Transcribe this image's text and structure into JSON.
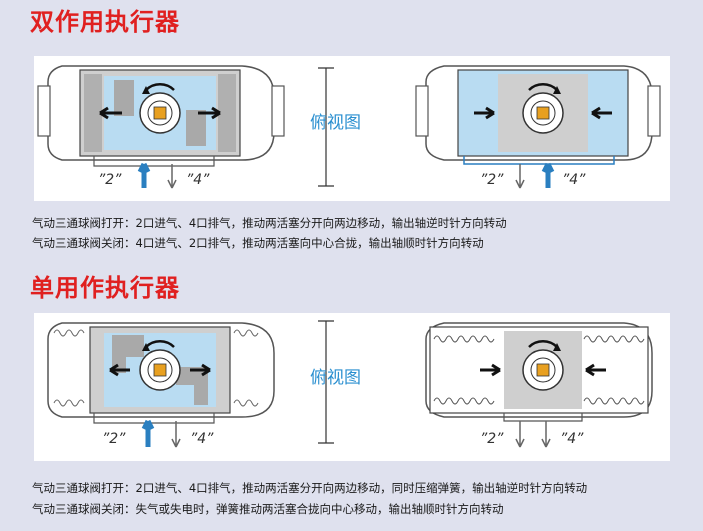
{
  "sections": [
    {
      "title": "双作用执行器",
      "top_view_label": "俯视图",
      "ports": [
        "”2”",
        "”4”",
        "”2”",
        "”4”"
      ],
      "captions": [
        "气动三通球阀打开：2口进气、4口排气，推动两活塞分开向两边移动，输出轴逆时针方向转动",
        "气动三通球阀关闭：4口进气、2口排气，推动两活塞向中心合拢，输出轴顺时针方向转动"
      ]
    },
    {
      "title": "单用作执行器",
      "top_view_label": "俯视图",
      "ports": [
        "”2”",
        "”4”",
        "”2”",
        "”4”"
      ],
      "captions": [
        "气动三通球阀打开：2口进气、4口排气，推动两活塞分开向两边移动，同时压缩弹簧，输出轴逆时针方向转动",
        "气动三通球阀关闭：失气或失电时，弹簧推动两活塞合拢向中心移动，输出轴顺时针方向转动"
      ]
    }
  ],
  "colors": {
    "title": "#e02020",
    "air": "#b9dcf2",
    "metal": "#c8c8c8",
    "arrow_blue": "#2a7fc0",
    "label_blue": "#2a8fd0"
  }
}
